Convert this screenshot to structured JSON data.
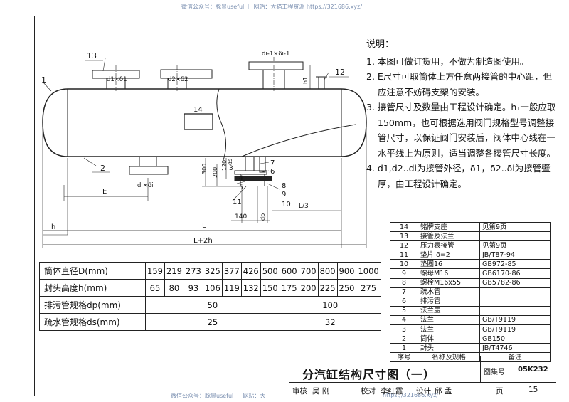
{
  "watermark": {
    "top": "微信公众号：豚景useful ｜ 网站：大猫工程资源 https://321686.xyz/",
    "bottom_left": "微信公众号：豚景useful ｜ 网站：大",
    "bottom_right": "https://321686.xyz/"
  },
  "drawing": {
    "balloons": [
      "1",
      "2",
      "3",
      "4",
      "5",
      "6",
      "7",
      "8",
      "9",
      "10",
      "11",
      "12",
      "13",
      "14"
    ],
    "labels": {
      "n1": "d1×δ1",
      "n2": "d2×δ2",
      "ni_top": "di-1×δi-1",
      "ni_bottom": "di×δi",
      "h1": "h1",
      "E": "E",
      "h": "h",
      "L": "L",
      "L2h": "L+2h",
      "L3": "L/3",
      "d300": "300",
      "d200": "200",
      "d120": "120",
      "d140": "140",
      "dp": "dp",
      "ds": "ds"
    }
  },
  "notes": {
    "title": "说明：",
    "items": [
      "1. 本图可做订货用，不做为制造图使用。",
      "2. E尺寸可取筒体上方任意两接管的中心距，但应注意不妨碍支架的安装。",
      "3. 接管尺寸及数量由工程设计确定。h₁一般应取150mm，也可根据选用阀门规格型号调整接管尺寸，以保证阀门安装后，阀体中心线在一水平线上为原则，适当调整各接管尺寸长度。",
      "4. d1,d2..di为接管外径，δ1，δ2..δi为接管壁厚，由工程设计确定。"
    ]
  },
  "dim_table": {
    "rows": [
      {
        "label": "筒体直径D(mm)",
        "values": [
          "159",
          "219",
          "273",
          "325",
          "377",
          "426",
          "500",
          "600",
          "700",
          "800",
          "900",
          "1000"
        ]
      },
      {
        "label": "封头高度h(mm)",
        "values": [
          "65",
          "80",
          "93",
          "106",
          "119",
          "132",
          "150",
          "175",
          "200",
          "225",
          "250",
          "275"
        ]
      },
      {
        "label": "排污管规格dp(mm)",
        "groups": [
          "50",
          "100"
        ]
      },
      {
        "label": "疏水管规格ds(mm)",
        "groups": [
          "25",
          "32"
        ]
      }
    ]
  },
  "parts_table": {
    "rows": [
      {
        "no": "14",
        "name": "铭牌支座",
        "std": "见第9页"
      },
      {
        "no": "13",
        "name": "接管及法兰",
        "std": ""
      },
      {
        "no": "12",
        "name": "压力表接管",
        "std": "见第9页"
      },
      {
        "no": "11",
        "name": "垫片 δ=2",
        "std": "JB/T87-94"
      },
      {
        "no": "10",
        "name": "垫圈16",
        "std": "GB972-85"
      },
      {
        "no": "9",
        "name": "螺母M16",
        "std": "GB6170-86"
      },
      {
        "no": "8",
        "name": "螺栓M16x55",
        "std": "GB5782-86"
      },
      {
        "no": "7",
        "name": "疏水管",
        "std": ""
      },
      {
        "no": "6",
        "name": "排污管",
        "std": ""
      },
      {
        "no": "5",
        "name": "法兰盖",
        "std": ""
      },
      {
        "no": "4",
        "name": "法兰",
        "std": "GB/T9119"
      },
      {
        "no": "3",
        "name": "法兰",
        "std": "GB/T9119"
      },
      {
        "no": "2",
        "name": "筒体",
        "std": "GB150"
      },
      {
        "no": "1",
        "name": "封头",
        "std": "JB/T4746"
      }
    ],
    "header": {
      "no": "序号",
      "name": "名称及规格",
      "std": "备注"
    }
  },
  "title_block": {
    "title": "分汽缸结构尺寸图（一）",
    "atlas_label": "图集号",
    "atlas_no": "05K232",
    "review_label": "审核",
    "reviewer": "吴 刚",
    "check_label": "校对",
    "checker": "李红霞",
    "design_label": "设计",
    "designer": "邱 孟",
    "page_label": "页",
    "page_no": "15"
  }
}
